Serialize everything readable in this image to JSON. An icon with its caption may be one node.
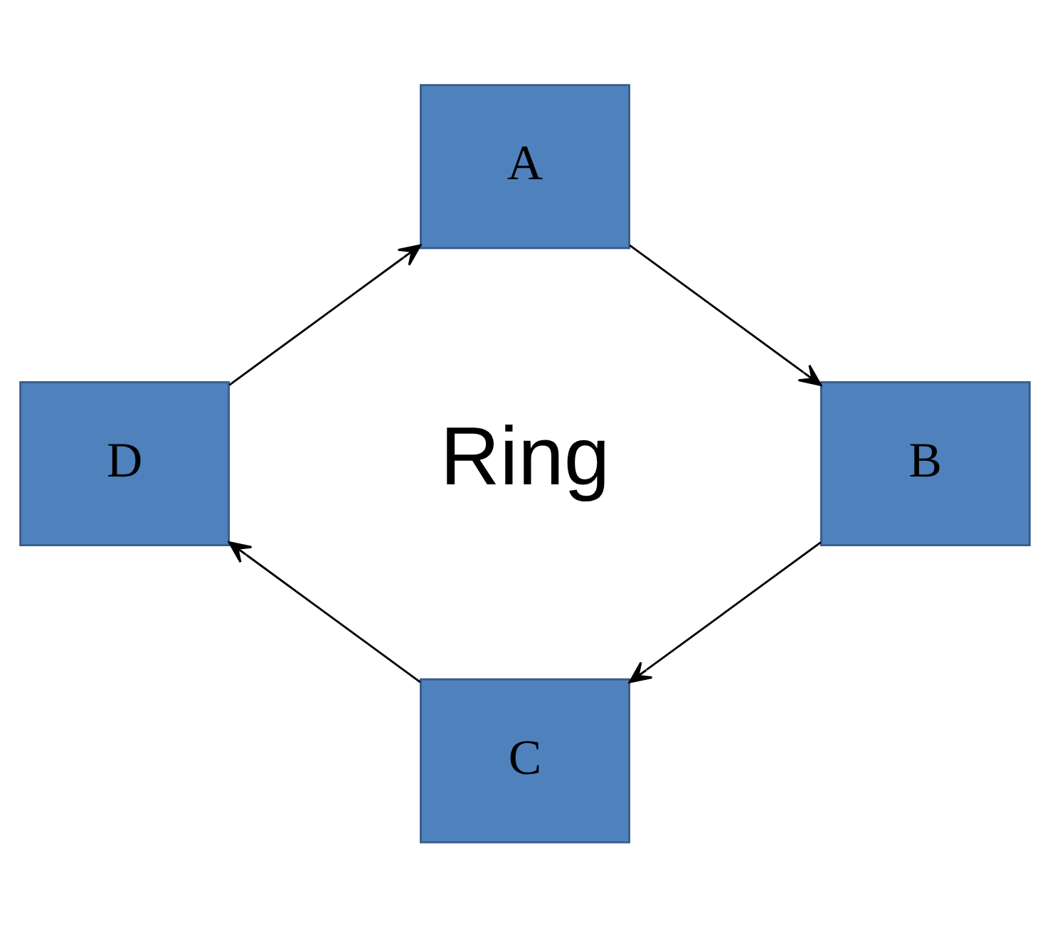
{
  "diagram": {
    "nodes": [
      {
        "text": [
          "A"
        ]
      },
      {
        "text": [
          "B"
        ]
      },
      {
        "text": [
          "C"
        ]
      },
      {
        "text": [
          "D"
        ]
      }
    ],
    "edges": [
      {
        "from": 0,
        "to": 1,
        "arrow": "to"
      },
      {
        "from": 1,
        "to": 2,
        "arrow": "to"
      },
      {
        "from": 2,
        "to": 3,
        "arrow": "to"
      },
      {
        "from": 3,
        "to": 0,
        "arrow": "to"
      }
    ],
    "labels": [
      "Ring"
    ]
  }
}
